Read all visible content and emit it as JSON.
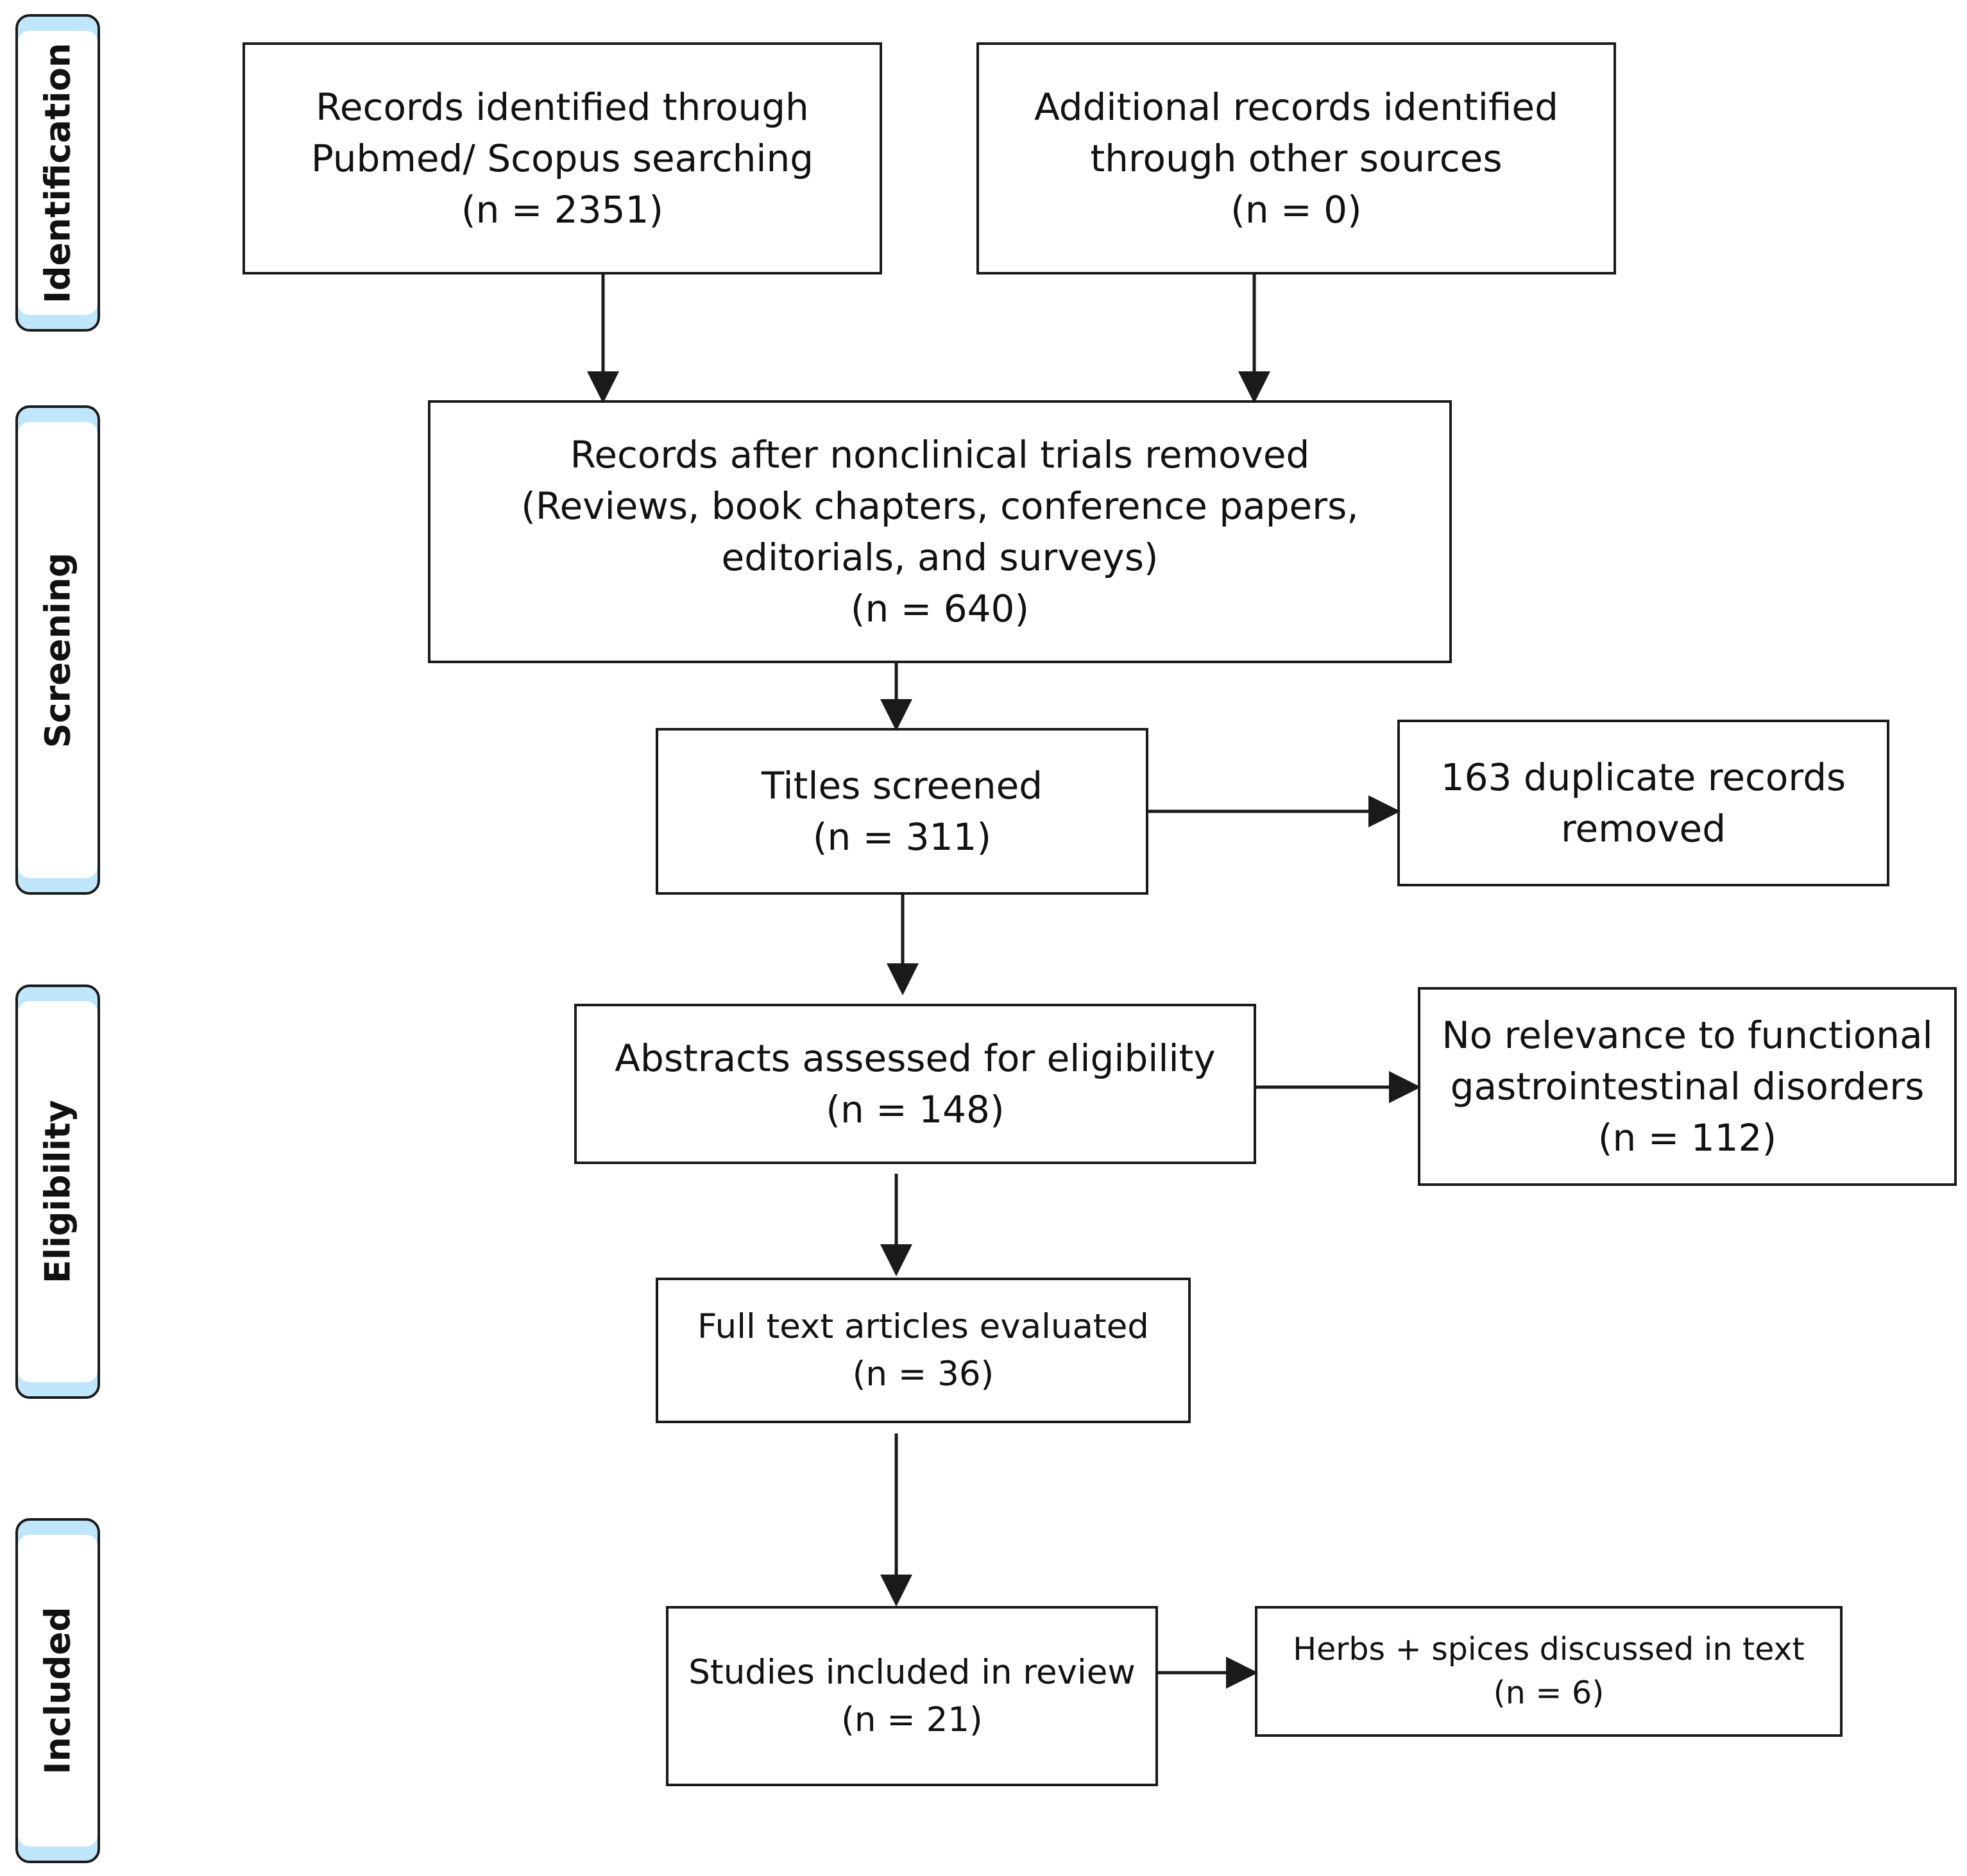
{
  "stages": [
    {
      "label": "Identification"
    },
    {
      "label": "Screening"
    },
    {
      "label": "Eligibility"
    },
    {
      "label": "Included"
    }
  ],
  "boxes": {
    "pubmed_scopus": {
      "lines": [
        "Records identified through",
        "Pubmed/ Scopus searching",
        "(n = 2351)"
      ]
    },
    "other_sources": {
      "lines": [
        "Additional records identified",
        "through other sources",
        "(n = 0)"
      ]
    },
    "nonclinical_removed": {
      "lines": [
        "Records after nonclinical trials removed",
        "(Reviews, book chapters, conference papers,",
        "editorials, and surveys)",
        "(n = 640)"
      ]
    },
    "titles_screened": {
      "lines": [
        "Titles screened",
        "(n = 311)"
      ]
    },
    "duplicates_removed": {
      "lines": [
        "163 duplicate records",
        "removed"
      ]
    },
    "abstracts_assessed": {
      "lines": [
        "Abstracts assessed for eligibility",
        "(n = 148)"
      ]
    },
    "no_relevance": {
      "lines": [
        "No relevance to functional",
        "gastrointestinal disorders",
        "(n = 112)"
      ]
    },
    "full_text": {
      "lines": [
        "Full text articles evaluated",
        "(n = 36)"
      ]
    },
    "studies_included": {
      "lines": [
        "Studies included in review",
        "(n = 21)"
      ]
    },
    "herbs_spices": {
      "lines": [
        "Herbs + spices discussed in text",
        "(n = 6)"
      ]
    }
  }
}
